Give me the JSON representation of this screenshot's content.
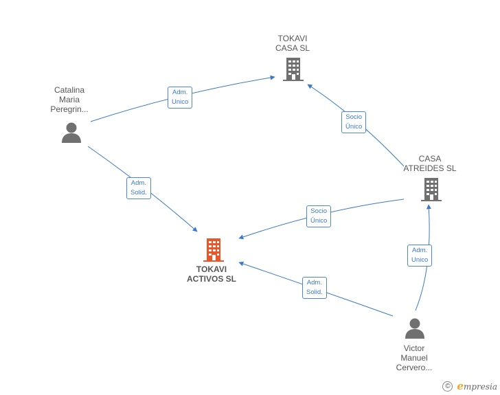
{
  "nodes": {
    "tokavi_casa": {
      "lines": [
        "TOKAVI",
        "CASA  SL"
      ],
      "type": "company",
      "color": "#707070"
    },
    "casa_atreides": {
      "lines": [
        "CASA",
        "ATREIDES  SL"
      ],
      "type": "company",
      "color": "#707070"
    },
    "tokavi_activos": {
      "lines": [
        "TOKAVI",
        "ACTIVOS  SL"
      ],
      "type": "company",
      "color": "#e8562a"
    },
    "catalina": {
      "lines": [
        "Catalina",
        "Maria",
        "Peregrin..."
      ],
      "type": "person",
      "color": "#707070"
    },
    "victor": {
      "lines": [
        "Victor",
        "Manuel",
        "Cervero..."
      ],
      "type": "person",
      "color": "#707070"
    }
  },
  "edges": {
    "catalina_tokavi_casa": {
      "lines": [
        "Adm.",
        "Unico"
      ]
    },
    "catalina_tokavi_activos": {
      "lines": [
        "Adm.",
        "Solid."
      ]
    },
    "atreides_tokavi_casa": {
      "lines": [
        "Socio",
        "Único"
      ]
    },
    "atreides_tokavi_activos": {
      "lines": [
        "Socio",
        "Único"
      ]
    },
    "victor_tokavi_activos": {
      "lines": [
        "Adm.",
        "Solid."
      ]
    },
    "victor_atreides": {
      "lines": [
        "Adm.",
        "Unico"
      ]
    }
  },
  "colors": {
    "edge": "#3a78c9",
    "company": "#707070",
    "main": "#e8562a",
    "person": "#707070"
  },
  "footer": {
    "copyright_symbol": "©",
    "brand_initial": "e",
    "brand_rest": "mpresia"
  }
}
